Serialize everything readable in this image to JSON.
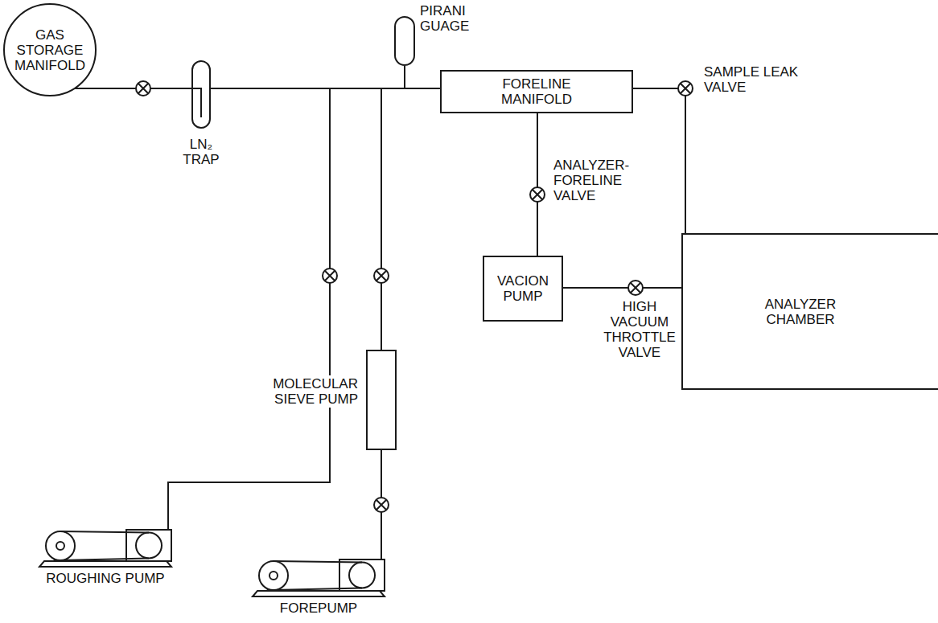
{
  "diagram": {
    "nodes": [
      {
        "text": [
          "GAS STORAGE MANIFOLD"
        ]
      },
      {
        "text": [
          "LN₂ TRAP"
        ]
      },
      {
        "text": [
          "PIRANI GUAGE"
        ]
      },
      {
        "text": [
          "FORELINE MANIFOLD"
        ]
      },
      {
        "text": [
          "VACION PUMP"
        ]
      },
      {
        "text": [
          "ANALYZER CHAMBER"
        ]
      },
      {
        "text": [
          "MOLECULAR SIEVE PUMP"
        ]
      },
      {
        "text": [
          "ROUGHING PUMP"
        ]
      },
      {
        "text": [
          "FOREPUMP"
        ]
      }
    ],
    "edges": [
      {
        "from": 0,
        "to": 1,
        "arrow": "none"
      },
      {
        "from": 1,
        "to": 3,
        "arrow": "none"
      },
      {
        "from": 2,
        "to": 3,
        "arrow": "none"
      },
      {
        "from": 7,
        "to": 3,
        "arrow": "none"
      },
      {
        "from": 6,
        "to": 3,
        "arrow": "none"
      },
      {
        "from": 8,
        "to": 6,
        "arrow": "none"
      },
      {
        "from": 3,
        "to": 4,
        "arrow": "none"
      },
      {
        "from": 4,
        "to": 5,
        "arrow": "none"
      },
      {
        "from": 3,
        "to": 5,
        "arrow": "none"
      }
    ],
    "labels": [
      "SAMPLE LEAK VALVE",
      "ANALYZER-FORELINE VALVE",
      "HIGH VACUUM THROTTLE VALVE"
    ]
  }
}
